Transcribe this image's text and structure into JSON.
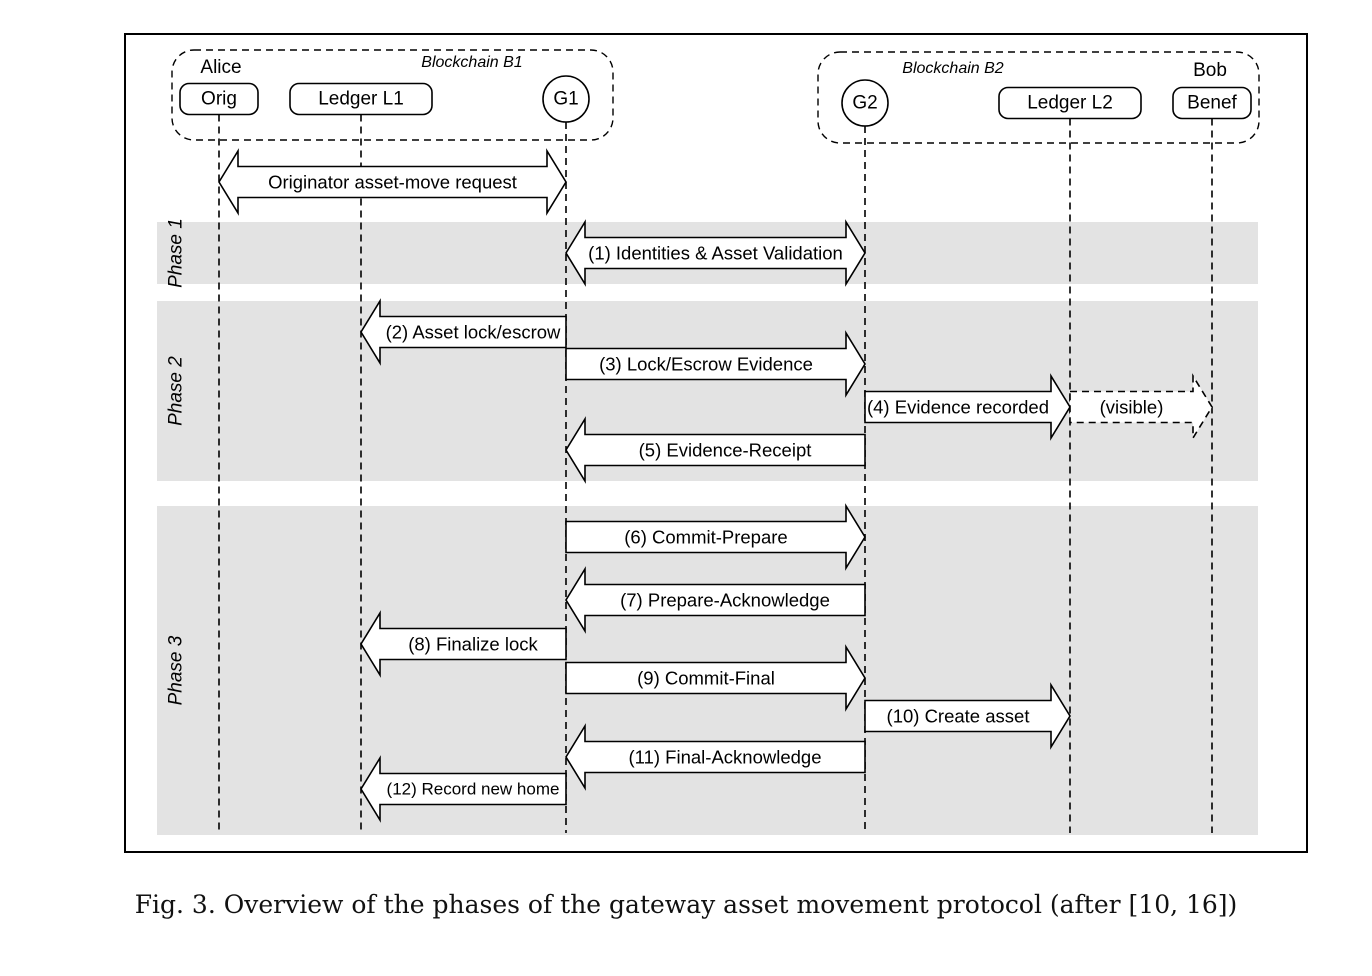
{
  "blockchains": {
    "b1": "Blockchain B1",
    "b2": "Blockchain B2"
  },
  "parties": {
    "alice": "Alice",
    "bob": "Bob"
  },
  "nodes": [
    {
      "id": "orig",
      "label": "Orig",
      "shape": "rounded-box"
    },
    {
      "id": "l1",
      "label": "Ledger L1",
      "shape": "rounded-box"
    },
    {
      "id": "g1",
      "label": "G1",
      "shape": "circle"
    },
    {
      "id": "g2",
      "label": "G2",
      "shape": "circle"
    },
    {
      "id": "l2",
      "label": "Ledger L2",
      "shape": "rounded-box"
    },
    {
      "id": "benef",
      "label": "Benef",
      "shape": "rounded-box"
    }
  ],
  "phases": [
    {
      "id": "p1",
      "label": "Phase 1"
    },
    {
      "id": "p2",
      "label": "Phase 2"
    },
    {
      "id": "p3",
      "label": "Phase 3"
    }
  ],
  "messages": [
    {
      "id": "request",
      "label": "Originator asset-move request",
      "from": "orig",
      "to": "g1",
      "direction": "both",
      "style": "solid"
    },
    {
      "id": "m1",
      "label": "(1) Identities & Asset Validation",
      "from": "g1",
      "to": "g2",
      "direction": "both",
      "style": "solid"
    },
    {
      "id": "m2",
      "label": "(2) Asset lock/escrow",
      "from": "g1",
      "to": "l1",
      "direction": "one",
      "style": "solid"
    },
    {
      "id": "m3",
      "label": "(3) Lock/Escrow Evidence",
      "from": "g1",
      "to": "g2",
      "direction": "one",
      "style": "solid"
    },
    {
      "id": "m4",
      "label": "(4) Evidence recorded",
      "from": "g2",
      "to": "l2",
      "direction": "one",
      "style": "solid"
    },
    {
      "id": "m4v",
      "label": "(visible)",
      "from": "l2",
      "to": "benef",
      "direction": "one",
      "style": "dashed"
    },
    {
      "id": "m5",
      "label": "(5) Evidence-Receipt",
      "from": "g2",
      "to": "g1",
      "direction": "one",
      "style": "solid"
    },
    {
      "id": "m6",
      "label": "(6) Commit-Prepare",
      "from": "g1",
      "to": "g2",
      "direction": "one",
      "style": "solid"
    },
    {
      "id": "m7",
      "label": "(7) Prepare-Acknowledge",
      "from": "g2",
      "to": "g1",
      "direction": "one",
      "style": "solid"
    },
    {
      "id": "m8",
      "label": "(8) Finalize lock",
      "from": "g1",
      "to": "l1",
      "direction": "one",
      "style": "solid"
    },
    {
      "id": "m9",
      "label": "(9) Commit-Final",
      "from": "g1",
      "to": "g2",
      "direction": "one",
      "style": "solid"
    },
    {
      "id": "m10",
      "label": "(10) Create asset",
      "from": "g2",
      "to": "l2",
      "direction": "one",
      "style": "solid"
    },
    {
      "id": "m11",
      "label": "(11) Final-Acknowledge",
      "from": "g2",
      "to": "g1",
      "direction": "one",
      "style": "solid"
    },
    {
      "id": "m12",
      "label": "(12) Record new home",
      "from": "g1",
      "to": "l1",
      "direction": "one",
      "style": "solid"
    }
  ],
  "caption": "Fig. 3.  Overview of the phases of the gateway asset movement protocol (after [10, 16])"
}
